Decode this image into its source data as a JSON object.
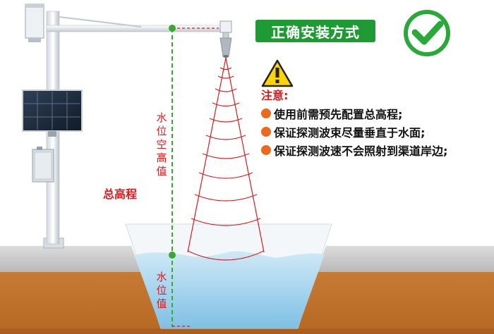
{
  "title": "正确安装方式",
  "notice": {
    "heading": "注意:",
    "items": [
      "使用前需预先配置总高程;",
      "保证探测波束尽量垂直于水面;",
      "保证探测波速不会照射到渠道岸边;"
    ]
  },
  "labels": {
    "air_height": "水位空高值",
    "water_level": "水位值",
    "total_elevation": "总高程"
  },
  "icons": {
    "check": "check-circle-icon",
    "warning": "warning-triangle-icon"
  },
  "colors": {
    "badge_green": "#1f9a35",
    "label_red": "#e0191b",
    "measure_green": "#3aa82f",
    "bullet_orange": "#ec6a1e",
    "water_blue": "#a6d6ef",
    "soil_brown": "#c8782e"
  }
}
